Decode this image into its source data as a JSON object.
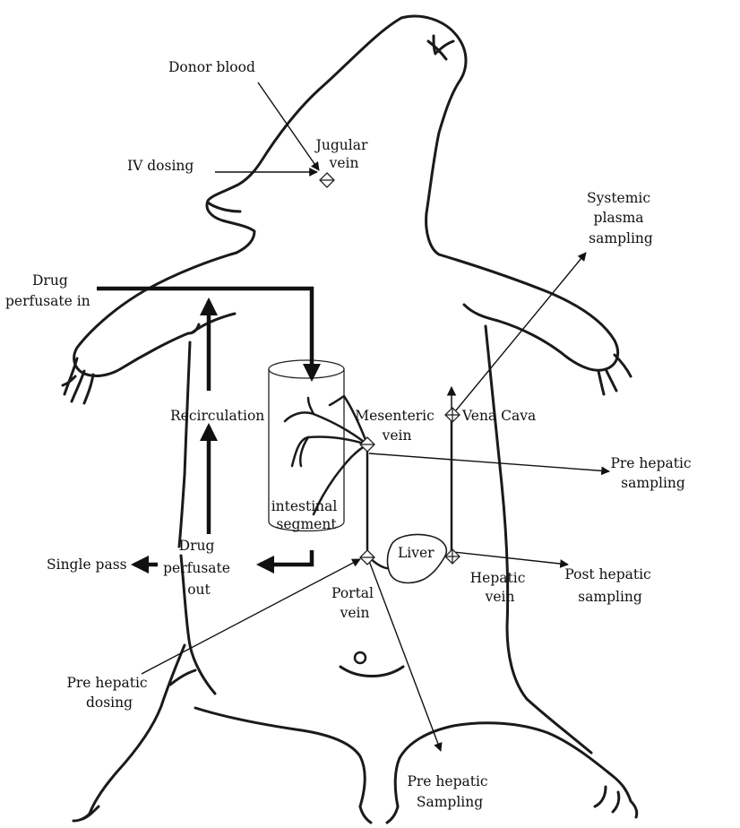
{
  "labels": {
    "donor_blood": "Donor blood",
    "jugular_vein": [
      "Jugular",
      "vein"
    ],
    "iv_dosing": "IV dosing",
    "systemic_sampling": [
      "Systemic",
      "plasma",
      "sampling"
    ],
    "drug_perfusate_in": [
      "Drug",
      "perfusate in"
    ],
    "recirculation": "Recirculation",
    "mesenteric_vein": [
      "Mesenteric",
      "vein"
    ],
    "vena_cava": "Vena Cava",
    "pre_hepatic_sampling_right": [
      "Pre hepatic",
      "sampling"
    ],
    "intestinal_segment": [
      "intestinal",
      "segment"
    ],
    "drug_perfusate_out": [
      "Drug",
      "perfusate",
      "out"
    ],
    "single_pass": "Single pass",
    "liver": "Liver",
    "hepatic_vein": [
      "Hepatic",
      "vein"
    ],
    "post_hepatic_sampling": [
      "Post hepatic",
      "sampling"
    ],
    "portal_vein": [
      "Portal",
      "vein"
    ],
    "pre_hepatic_dosing": [
      "Pre hepatic",
      "dosing"
    ],
    "pre_hepatic_sampling_bottom": [
      "Pre hepatic",
      "Sampling"
    ]
  },
  "colors": {
    "outline": "#1a1a1a",
    "arrow": "#111111",
    "background": "#ffffff"
  }
}
